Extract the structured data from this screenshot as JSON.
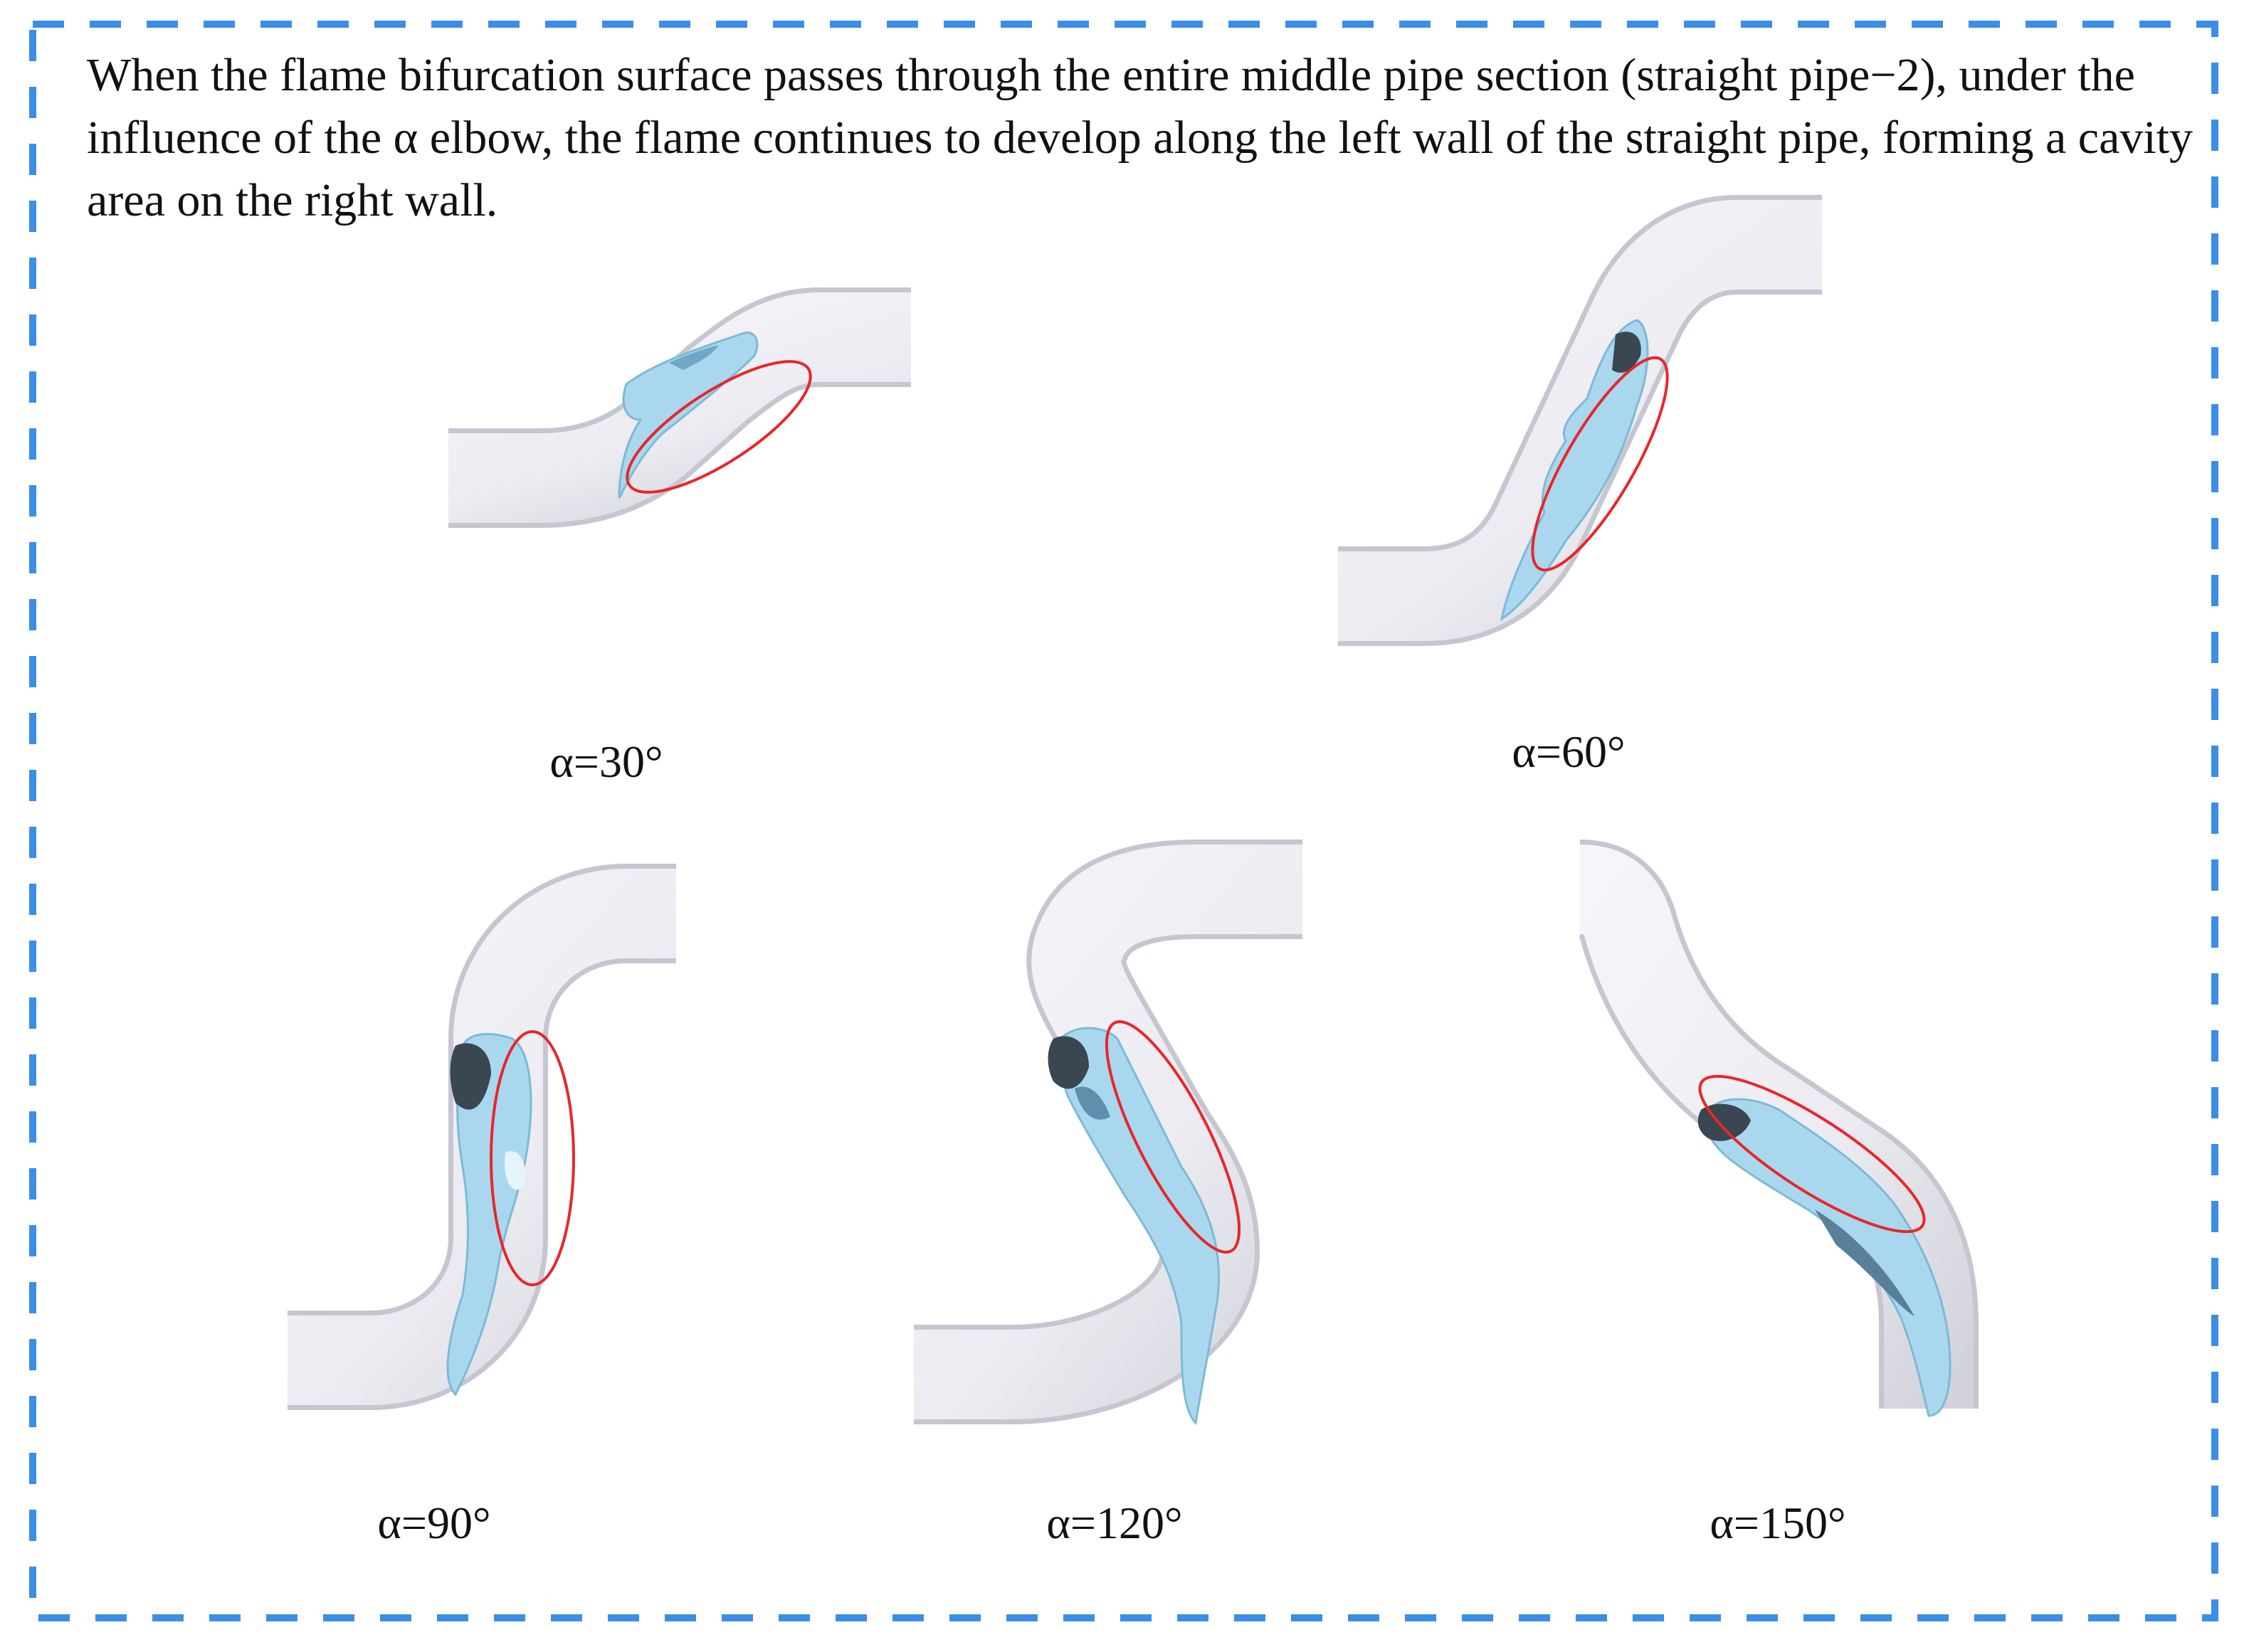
{
  "caption": "When the flame bifurcation surface passes through the entire middle pipe section (straight pipe−2), under the influence of the α elbow, the flame continues to develop along the left wall of the straight pipe, forming a cavity area on the right wall.",
  "panels": [
    {
      "label": "α=30°"
    },
    {
      "label": "α=60°"
    },
    {
      "label": "α=90°"
    },
    {
      "label": "α=120°"
    },
    {
      "label": "α=150°"
    }
  ],
  "colors": {
    "border": "#3b8ee8",
    "pipe": "#eeeef3",
    "pipe_shadow": "#c9c9d3",
    "flame": "#a9d8ee",
    "flame_dark": "#3a4652",
    "highlight": "#e8262a"
  }
}
